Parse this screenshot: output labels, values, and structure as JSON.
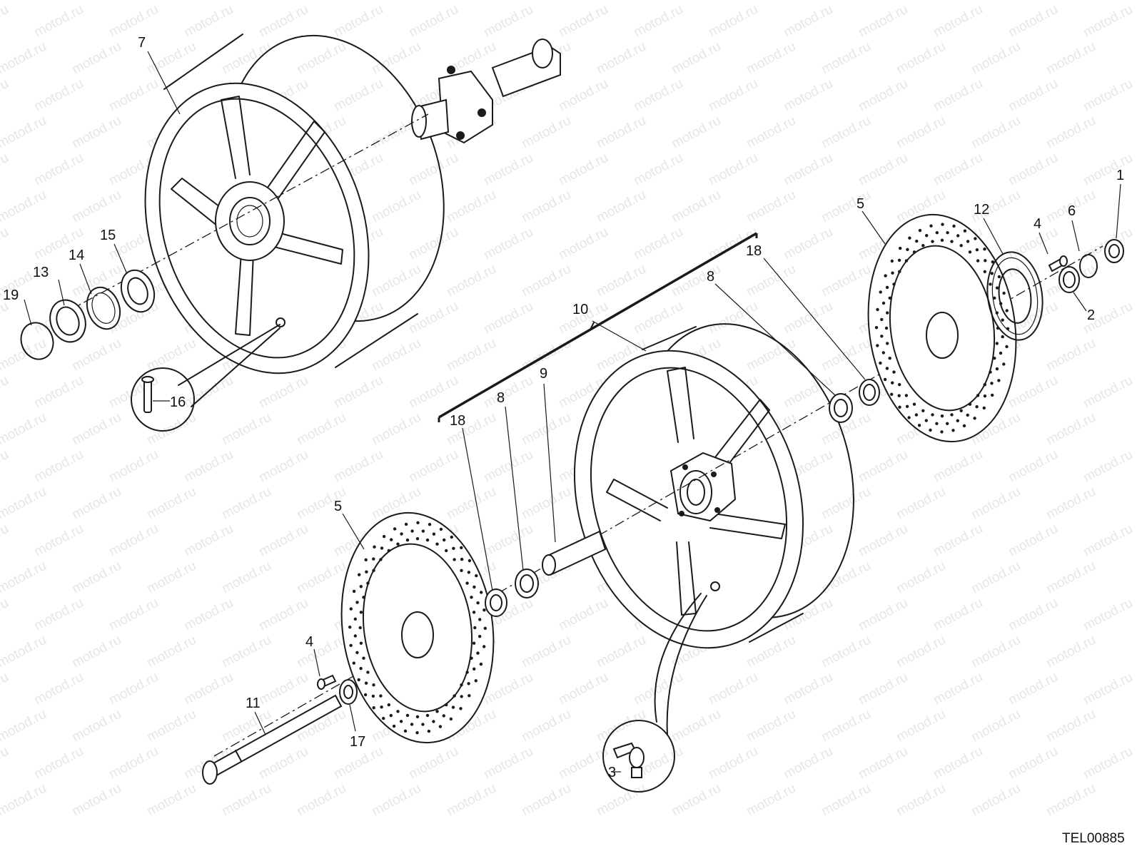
{
  "diagram": {
    "watermark": "motod.ru",
    "drawing_code": "TEL00885",
    "callouts": {
      "c1": "1",
      "c2": "2",
      "c3": "3",
      "c4a": "4",
      "c4b": "4",
      "c5a": "5",
      "c5b": "5",
      "c6": "6",
      "c7": "7",
      "c8a": "8",
      "c8b": "8",
      "c9": "9",
      "c10": "10",
      "c11": "11",
      "c12": "12",
      "c13": "13",
      "c14": "14",
      "c15": "15",
      "c16": "16",
      "c17": "17",
      "c18a": "18",
      "c18b": "18",
      "c19": "19"
    }
  }
}
